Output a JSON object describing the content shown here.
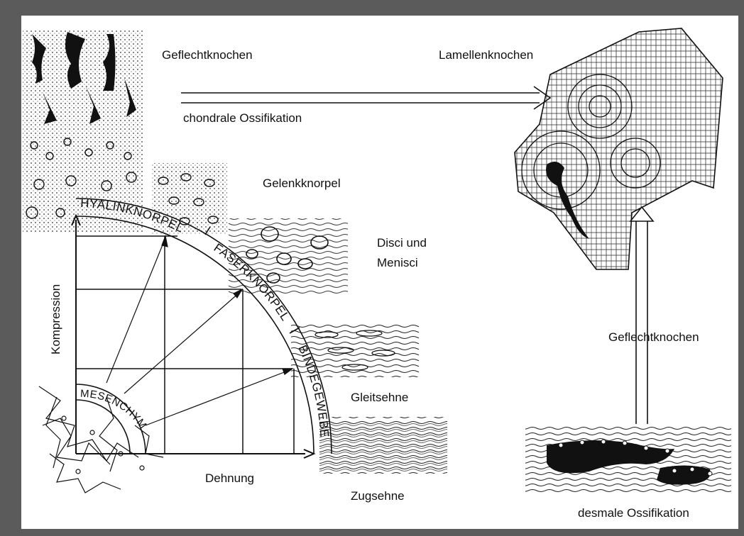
{
  "labels": {
    "geflechtknochen_top": "Geflechtknochen",
    "lamellenknochen": "Lamellenknochen",
    "chondrale_ossifikation": "chondrale Ossifikation",
    "gelenkknorpel": "Gelenkknorpel",
    "disci_line1": "Disci und",
    "disci_line2": "Menisci",
    "kompression": "Kompression",
    "dehnung": "Dehnung",
    "gleitsehne": "Gleitsehne",
    "zugsehne": "Zugsehne",
    "geflechtknochen_right": "Geflechtknochen",
    "desmale_ossifikation": "desmale Ossifikation"
  },
  "arc_labels": {
    "hyalinknorpel": "HYALINKNORPEL",
    "faserknorpel": "FASERKNORPEL",
    "bindegewebe": "BINDEGEWEBE",
    "mesenchym": "MESENCHYM"
  },
  "colors": {
    "outer_frame": "#5b5b5b",
    "paper": "#ffffff",
    "ink": "#111111"
  }
}
